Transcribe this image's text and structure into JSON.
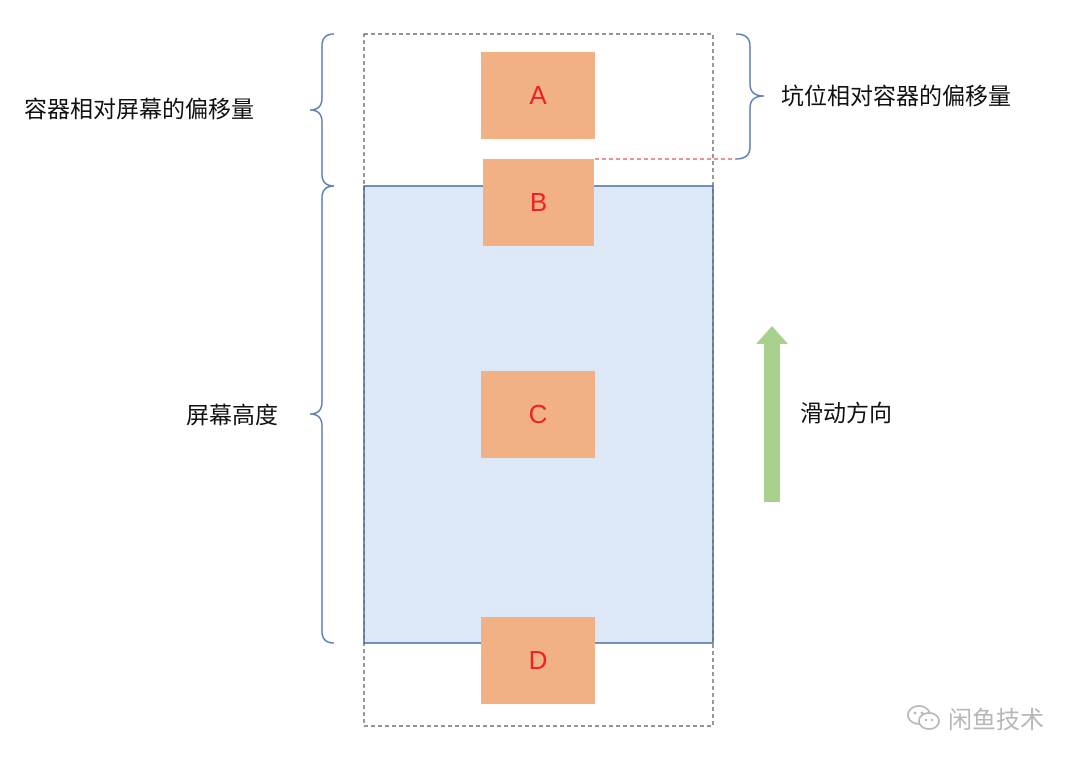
{
  "labels": {
    "container_offset": "容器相对屏幕的偏移量",
    "slot_offset": "坑位相对容器的偏移量",
    "screen_height": "屏幕高度",
    "scroll_direction": "滑动方向"
  },
  "boxes": {
    "a": "A",
    "b": "B",
    "c": "C",
    "d": "D"
  },
  "watermark": {
    "text": "闲鱼技术",
    "icon": "wechat-icon"
  },
  "colors": {
    "box_fill": "#f2b085",
    "box_text": "#ee2222",
    "screen_fill": "#dce8f5",
    "screen_stroke": "#4a6fa5",
    "brace": "#5b7fb5",
    "arrow": "#a9d18e",
    "offset_line": "#e05050",
    "watermark": "#b8b8b8"
  }
}
